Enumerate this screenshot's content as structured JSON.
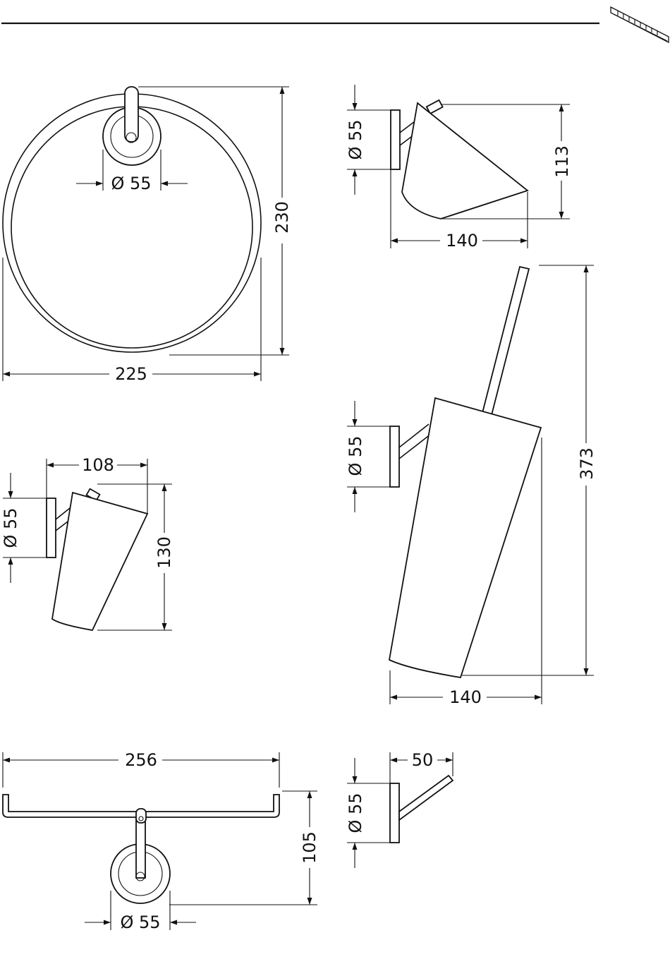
{
  "header": {
    "rule_icon": "ruler-scale-icon"
  },
  "colors": {
    "line": "#111111",
    "background": "#ffffff"
  },
  "ring": {
    "width": "225",
    "height": "230",
    "rosette_diameter": "Ø 55"
  },
  "soap_dish": {
    "rosette_diameter": "Ø 55",
    "height": "113",
    "depth": "140"
  },
  "tumbler": {
    "rosette_diameter": "Ø 55",
    "depth": "108",
    "height": "130"
  },
  "brush_holder": {
    "rosette_diameter": "Ø 55",
    "height": "373",
    "depth": "140"
  },
  "towel_bar": {
    "width": "256",
    "depth": "105",
    "rosette_diameter": "Ø 55"
  },
  "hook": {
    "rosette_diameter": "Ø 55",
    "depth": "50"
  }
}
